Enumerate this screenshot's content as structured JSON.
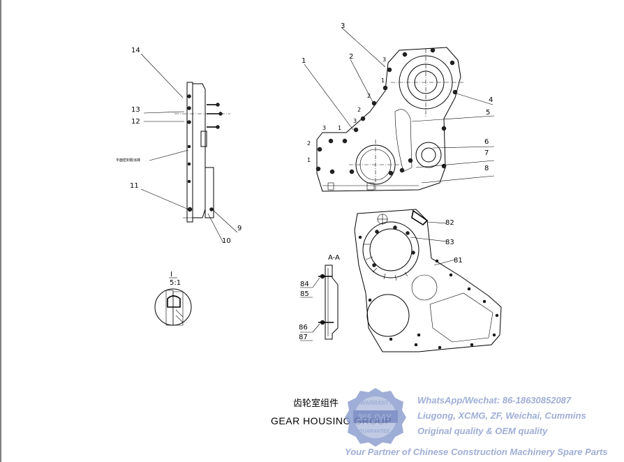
{
  "callouts": {
    "side_view": [
      "14",
      "13",
      "12",
      "11",
      "10",
      "9"
    ],
    "front_view": [
      "1",
      "2",
      "3",
      "4",
      "5",
      "6",
      "7",
      "8"
    ],
    "front_view_small": [
      "1",
      "2",
      "3",
      "1",
      "3",
      "2",
      "3",
      "2",
      "1"
    ],
    "housing_view": [
      "82",
      "83",
      "81"
    ],
    "section_view": [
      "84",
      "85",
      "86",
      "87"
    ]
  },
  "side_note": "平面密封胶涂抹",
  "section_title": "A-A",
  "detail_label_top": "I",
  "detail_label_bottom": "5:1",
  "title_cn": "齿轮室组件",
  "title_en": "GEAR HOUSING GROUP",
  "watermark": {
    "badge_top": "WARRANTY",
    "badge_mid": "365-DAY",
    "badge_bottom": "GUARANTEE",
    "contact": "WhatsApp/Wechat: 86-18630852087",
    "brands": "Liugong, XCMG, ZF, Weichai, Cummins",
    "quality": "Original quality & OEM quality",
    "slogan": "Your Partner of Chinese Construction Machinery Spare Parts",
    "color": "#8fa0cf"
  }
}
